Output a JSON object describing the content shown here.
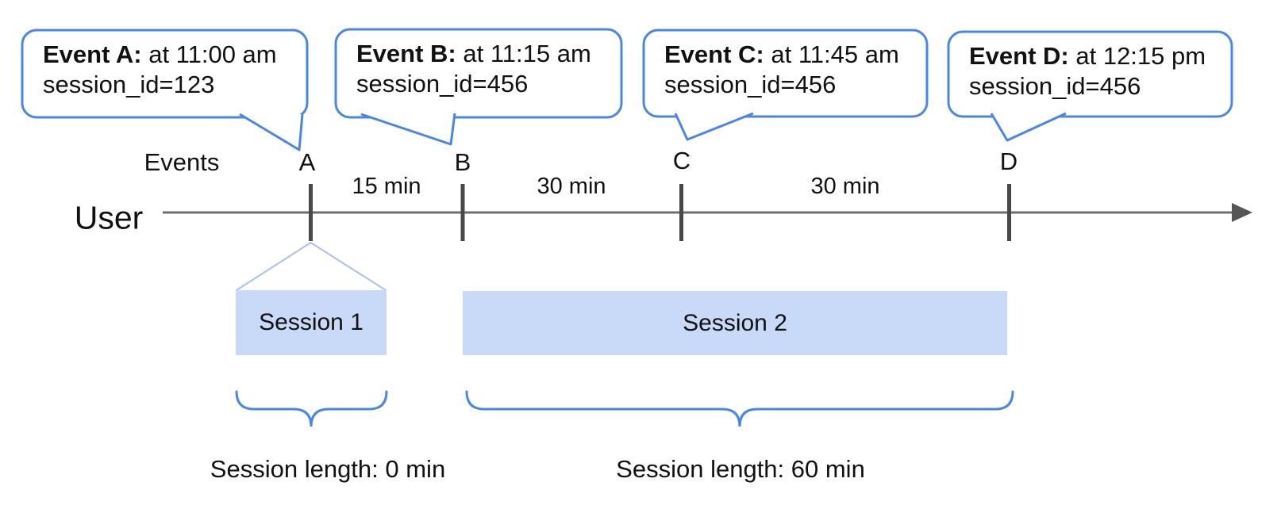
{
  "axis": {
    "events_label": "Events",
    "user_label": "User"
  },
  "callouts": [
    {
      "marker": "A",
      "title": "Event A:",
      "detail": " at 11:00 am",
      "session": "session_id=123"
    },
    {
      "marker": "B",
      "title": "Event B:",
      "detail": " at 11:15 am",
      "session": "session_id=456"
    },
    {
      "marker": "C",
      "title": "Event C:",
      "detail": " at 11:45 am",
      "session": "session_id=456"
    },
    {
      "marker": "D",
      "title": "Event D:",
      "detail": " at 12:15 pm",
      "session": "session_id=456"
    }
  ],
  "intervals": [
    "15 min",
    "30 min",
    "30 min"
  ],
  "sessions": [
    {
      "label": "Session 1",
      "length": "Session length: 0 min"
    },
    {
      "label": "Session 2",
      "length": "Session length: 60 min"
    }
  ],
  "colors": {
    "callout_border": "#4a86e8",
    "session_fill": "#c9daf8",
    "funnel": "#a4c2f4",
    "brace": "#4a86e8",
    "timeline": "#6e6e6e",
    "arrow": "#555555",
    "tick": "#484848",
    "text": "#111111"
  }
}
